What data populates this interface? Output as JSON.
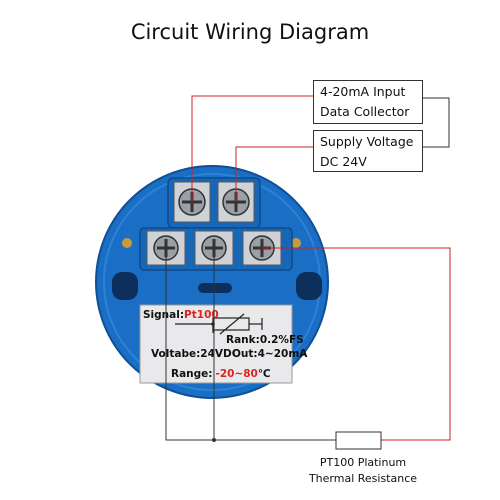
{
  "title": "Circuit Wiring Diagram",
  "input_box": {
    "line1": "4-20mA Input",
    "line2": "Data Collector"
  },
  "supply_box": {
    "line1": "Supply Voltage",
    "line2": "DC 24V"
  },
  "resistor_label": {
    "line1": "PT100 Platinum",
    "line2": "Thermal Resistance"
  },
  "plate": {
    "signal_label": "Signal:",
    "signal_value": "Pt100",
    "rank": "Rank:0.2%FS",
    "voltage": "Voltabe:24VDC",
    "output": "Out:4~20mA",
    "range_label": "Range:",
    "range_value": "-20~80",
    "range_unit": "℃"
  },
  "colors": {
    "device_blue": "#1a6fc4",
    "wire_red": "#cc2222",
    "wire_dark": "#333333",
    "plate_red": "#dd2222"
  }
}
